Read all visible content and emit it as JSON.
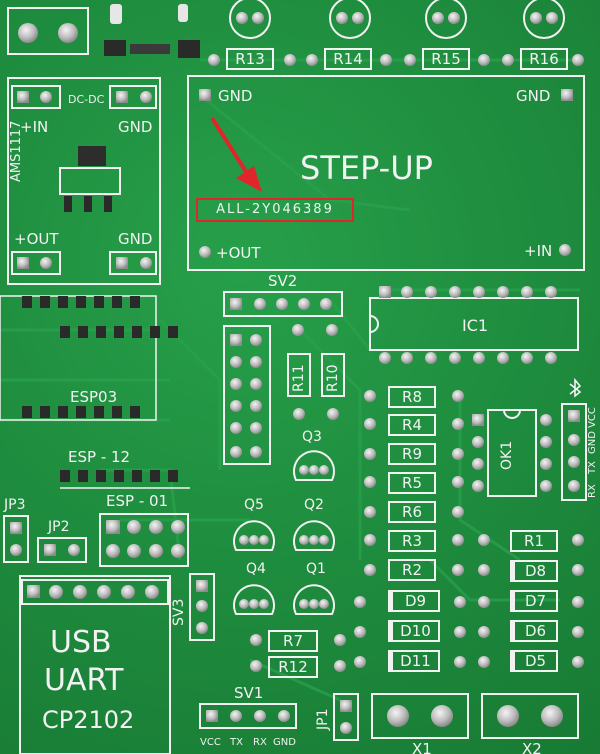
{
  "resistors_top": [
    "R13",
    "R14",
    "R15",
    "R16"
  ],
  "stepup": {
    "title": "STEP-UP",
    "gnd_left": "GND",
    "gnd_right": "GND",
    "out": "+OUT",
    "in": "+IN",
    "serial": "ALL-2Y046389"
  },
  "dcdc": {
    "label": "DC-DC",
    "in": "+IN",
    "gnd_top": "GND",
    "chip": "AMS1117",
    "out": "+OUT",
    "gnd_bottom": "GND"
  },
  "connectors": {
    "sv2": "SV2",
    "sv1": "SV1",
    "sv3": "SV3",
    "jp1": "JP1",
    "jp2": "JP2",
    "jp3": "JP3",
    "x1": "X1",
    "x2": "X2"
  },
  "ics": {
    "ic1": "IC1",
    "ok1": "OK1"
  },
  "modules": {
    "esp03": "ESP03",
    "esp12": "ESP - 12",
    "esp01": "ESP - 01"
  },
  "transistors": [
    "Q3",
    "Q5",
    "Q2",
    "Q4",
    "Q1"
  ],
  "resistors_vertical": [
    "R11",
    "R10"
  ],
  "resistors_mid": [
    "R8",
    "R4",
    "R9",
    "R5",
    "R6",
    "R3",
    "R2"
  ],
  "resistors_bottom": [
    "R7",
    "R12"
  ],
  "resistor_right": "R1",
  "diodes_left": [
    "D9",
    "D10",
    "D11"
  ],
  "diodes_right": [
    "D8",
    "D7",
    "D6",
    "D5"
  ],
  "usb": {
    "line1": "USB",
    "line2": "UART",
    "line3": "CP2102"
  },
  "sv1_pins": [
    "VCC",
    "TX",
    "RX",
    "GND"
  ],
  "bt_pins": [
    "RX",
    "TX",
    "GND",
    "VCC"
  ],
  "colors": {
    "board": "#1f8e3f",
    "silk": "#f2f2f2",
    "pad": "#c8c8c8",
    "highlight": "#e0262a"
  }
}
